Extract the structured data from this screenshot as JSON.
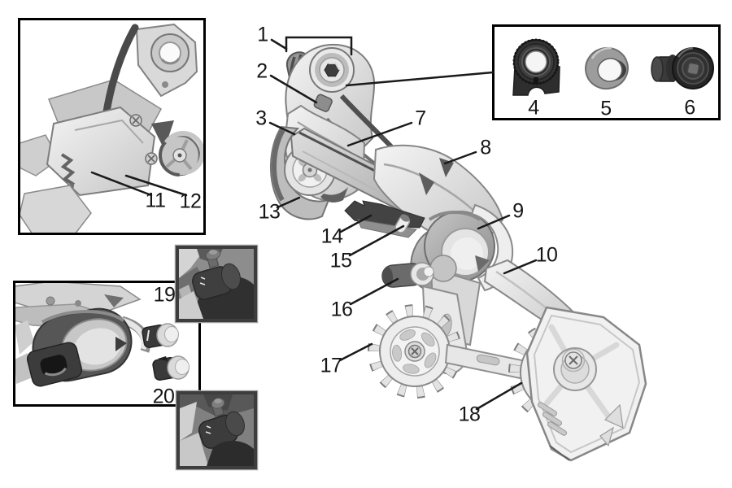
{
  "figure": {
    "kind": "exploded-parts-diagram",
    "background": "#ffffff"
  },
  "colors": {
    "leader_line": "#1a1a1a",
    "inset_border": "#000000",
    "detail_border": "#3d3d3d",
    "metal_light": "#ededed",
    "metal_mid": "#c0c0c0",
    "metal_dark": "#3a3a3a"
  },
  "callouts": {
    "c1": {
      "label": "1"
    },
    "c2": {
      "label": "2"
    },
    "c3": {
      "label": "3"
    },
    "c4": {
      "label": "4"
    },
    "c5": {
      "label": "5"
    },
    "c6": {
      "label": "6"
    },
    "c7": {
      "label": "7"
    },
    "c8": {
      "label": "8"
    },
    "c9": {
      "label": "9"
    },
    "c10": {
      "label": "10"
    },
    "c11": {
      "label": "11"
    },
    "c12": {
      "label": "12"
    },
    "c13": {
      "label": "13"
    },
    "c14": {
      "label": "14"
    },
    "c15": {
      "label": "15"
    },
    "c16": {
      "label": "16"
    },
    "c17": {
      "label": "17"
    },
    "c18": {
      "label": "18"
    },
    "c19": {
      "label": "19"
    },
    "c20": {
      "label": "20"
    }
  }
}
